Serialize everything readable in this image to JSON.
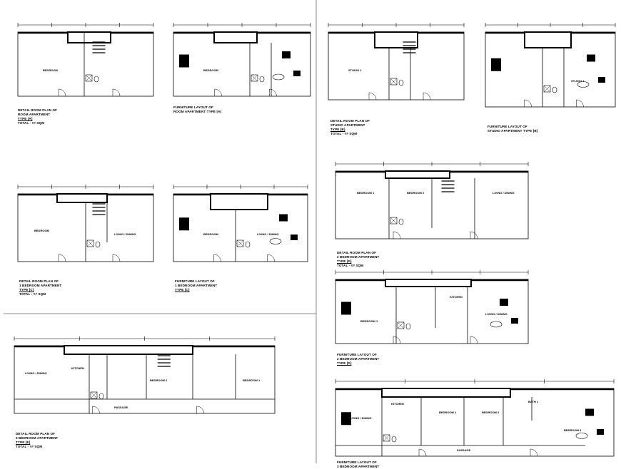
{
  "sheet": {
    "line_color": "#000000",
    "divider_color": "#888888"
  },
  "drawings": [
    {
      "id": "plan-a",
      "caption": [
        "DETAIL ROOM PLAN OF",
        "ROOM APARTMENT",
        "TYPE [A]",
        "TOTAL - ## SQM"
      ],
      "rooms": [
        "BEDROOM"
      ]
    },
    {
      "id": "furn-a",
      "caption": [
        "FURNITURE LAYOUT OF",
        "ROOM APARTMENT TYPE [A]"
      ],
      "rooms": [
        "BEDROOM"
      ]
    },
    {
      "id": "plan-studio",
      "caption": [
        "DETAIL ROOM PLAN OF",
        "STUDIO APARTMENT",
        "TYPE [B]",
        "TOTAL - ## SQM"
      ],
      "rooms": [
        "STUDIO 1"
      ]
    },
    {
      "id": "furn-studio",
      "caption": [
        "FURNITURE LAYOUT OF",
        "STUDIO APARTMENT TYPE [B]"
      ],
      "rooms": [
        "STUDIO 1"
      ]
    },
    {
      "id": "plan-1br",
      "caption": [
        "DETAIL ROOM PLAN OF",
        "1 BEDROOM APARTMENT",
        "TYPE [C]",
        "TOTAL - ## SQM"
      ],
      "rooms": [
        "BEDROOM",
        "LIVING / DINING"
      ]
    },
    {
      "id": "furn-1br",
      "caption": [
        "FURNITURE LAYOUT OF",
        "1 BEDROOM APARTMENT",
        "TYPE [C]"
      ],
      "rooms": [
        "BEDROOM",
        "LIVING / DINING"
      ]
    },
    {
      "id": "plan-2br",
      "caption": [
        "DETAIL ROOM PLAN OF",
        "2 BEDROOM APARTMENT",
        "TYPE [D]",
        "TOTAL - ## SQM"
      ],
      "rooms": [
        "BEDROOM 1",
        "BEDROOM 2",
        "LIVING / DINING"
      ]
    },
    {
      "id": "furn-2br",
      "caption": [
        "FURNITURE LAYOUT OF",
        "2 BEDROOM APARTMENT",
        "TYPE [D]"
      ],
      "rooms": [
        "BEDROOM 1",
        "KITCHEN",
        "LIVING / DINING"
      ]
    },
    {
      "id": "plan-3br",
      "caption": [
        "DETAIL ROOM PLAN OF",
        "3 BEDROOM APARTMENT",
        "TYPE [E]",
        "TOTAL - ## SQM"
      ],
      "rooms": [
        "LIVING / DINING",
        "KITCHEN",
        "BEDROOM 2",
        "BEDROOM 1",
        "PASSAGE"
      ]
    },
    {
      "id": "furn-3br",
      "caption": [
        "FURNITURE LAYOUT OF",
        "3 BEDROOM APARTMENT"
      ],
      "rooms": [
        "LIVING / DINING",
        "KITCHEN",
        "BEDROOM 1",
        "BEDROOM 2",
        "BATH 1",
        "BEDROOM 3",
        "PASSAGE"
      ]
    }
  ]
}
